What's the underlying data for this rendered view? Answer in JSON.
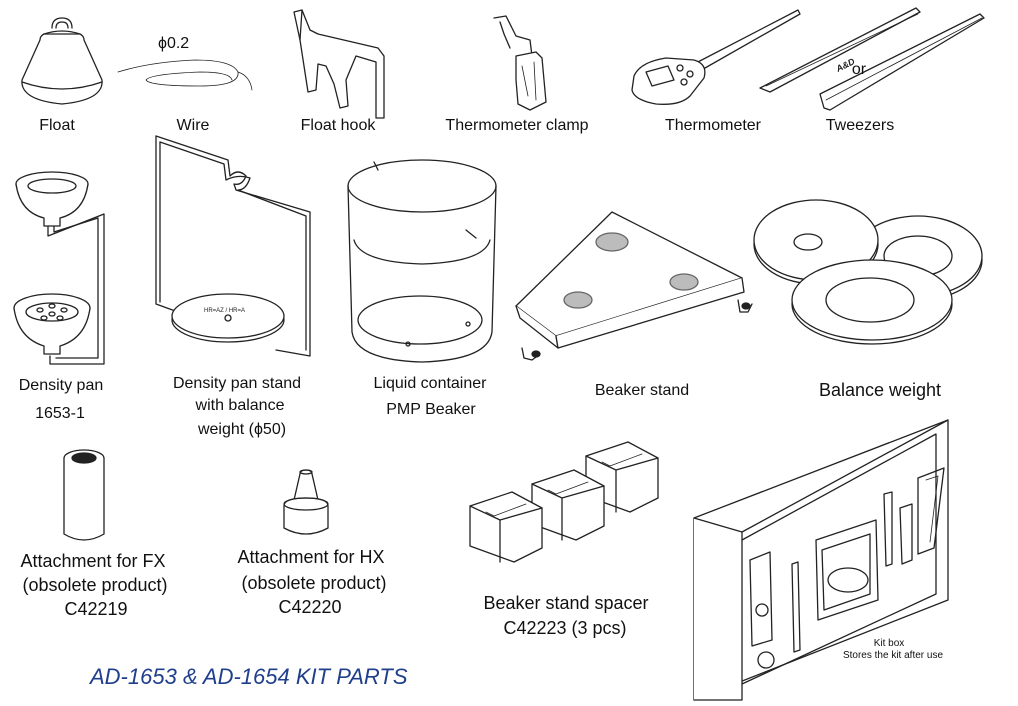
{
  "title": "AD-1653 & AD-1654 KIT PARTS",
  "parts": {
    "float": {
      "label": "Float"
    },
    "wire": {
      "label": "Wire",
      "dimension": "ϕ0.2"
    },
    "float_hook": {
      "label": "Float hook"
    },
    "thermometer_clamp": {
      "label": "Thermometer clamp"
    },
    "thermometer": {
      "label": "Thermometer"
    },
    "tweezers": {
      "label": "Tweezers",
      "brand": "A&D",
      "alt": "or"
    },
    "density_pan": {
      "label": "Density pan",
      "code": "1653-1"
    },
    "density_pan_stand": {
      "label_line1": "Density pan stand",
      "label_line2": "with balance",
      "label_line3": "weight (ϕ50)"
    },
    "liquid_container": {
      "label_line1": "Liquid container",
      "label_line2": "PMP Beaker"
    },
    "beaker_stand": {
      "label": "Beaker stand"
    },
    "balance_weight": {
      "label": "Balance weight"
    },
    "attachment_fx": {
      "label_line1": "Attachment for FX",
      "label_line2": "(obsolete product)",
      "code": "C42219"
    },
    "attachment_hx": {
      "label_line1": "Attachment for HX",
      "label_line2": "(obsolete product)",
      "code": "C42220"
    },
    "beaker_stand_spacer": {
      "label": "Beaker stand spacer",
      "code": "C42223 (3 pcs)"
    },
    "kit_box": {
      "label": "Kit box",
      "description": "Stores the kit after use"
    }
  }
}
